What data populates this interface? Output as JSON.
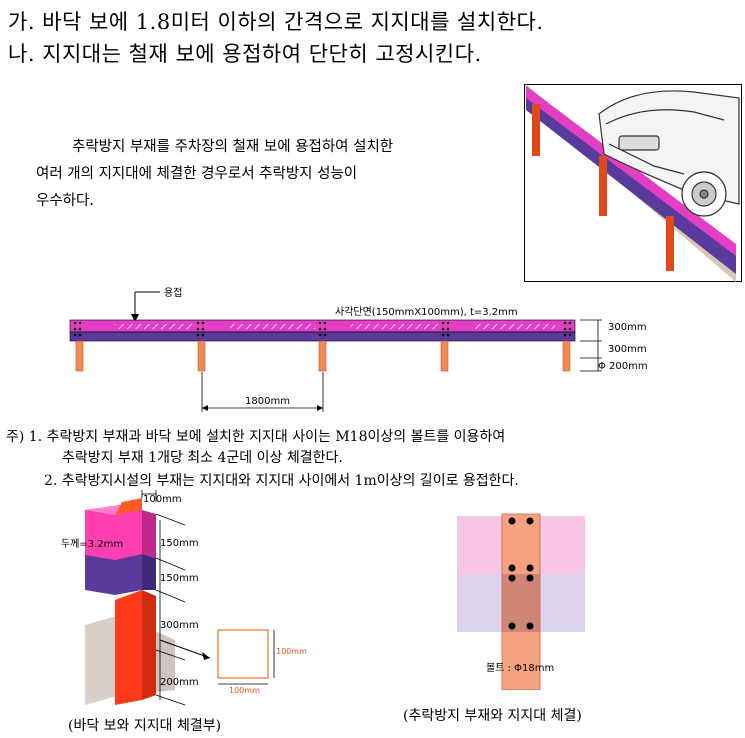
{
  "headings": [
    "가. 바닥 보에 1.8미터 이하의 간격으로 지지대를 설치한다.",
    "나. 지지대는 철재 보에 용접하여 단단히 고정시킨다."
  ],
  "description": {
    "line1": "추락방지 부재를 주차장의 철재 보에 용접하여 설치한",
    "line2": "여러 개의 지지대에 체결한 경우로서 추락방지 성능이",
    "line3": "우수하다."
  },
  "elevation": {
    "weld_label": "용접",
    "section_label": "사각단면(150mmX100mm), t=3.2mm",
    "dim_300a": "300mm",
    "dim_300b": "300mm",
    "dim_200": "Φ 200mm",
    "spacing": "1800mm"
  },
  "notes": {
    "line1": "주) 1. 추락방지 부재과 바닥 보에 설치한 지지대 사이는 M18이상의 볼트를 이용하여",
    "line2": "추락방지 부재 1개당 최소 4군데 이상 체결한다.",
    "line3": "2. 추락방지시설의 부재는 지지대와 지지대 사이에서 1m이상의 길이로 용접한다."
  },
  "detail_left": {
    "dim_100": "100mm",
    "thickness": "두께=3.2mm",
    "dim_150a": "150mm",
    "dim_150b": "150mm",
    "dim_300": "300mm",
    "dim_200": "200mm",
    "sec_h": "100mm",
    "sec_w": "100mm",
    "caption": "(바닥 보와 지지대 체결부)"
  },
  "detail_right": {
    "bolt_label": "볼트 : Φ18mm",
    "caption": "(추락방지 부재와 지지대 체결)"
  },
  "colors": {
    "magenta": "#e23fc4",
    "purple": "#5a3a9a",
    "post": "#f08a5a",
    "red": "#ff3a1a"
  }
}
